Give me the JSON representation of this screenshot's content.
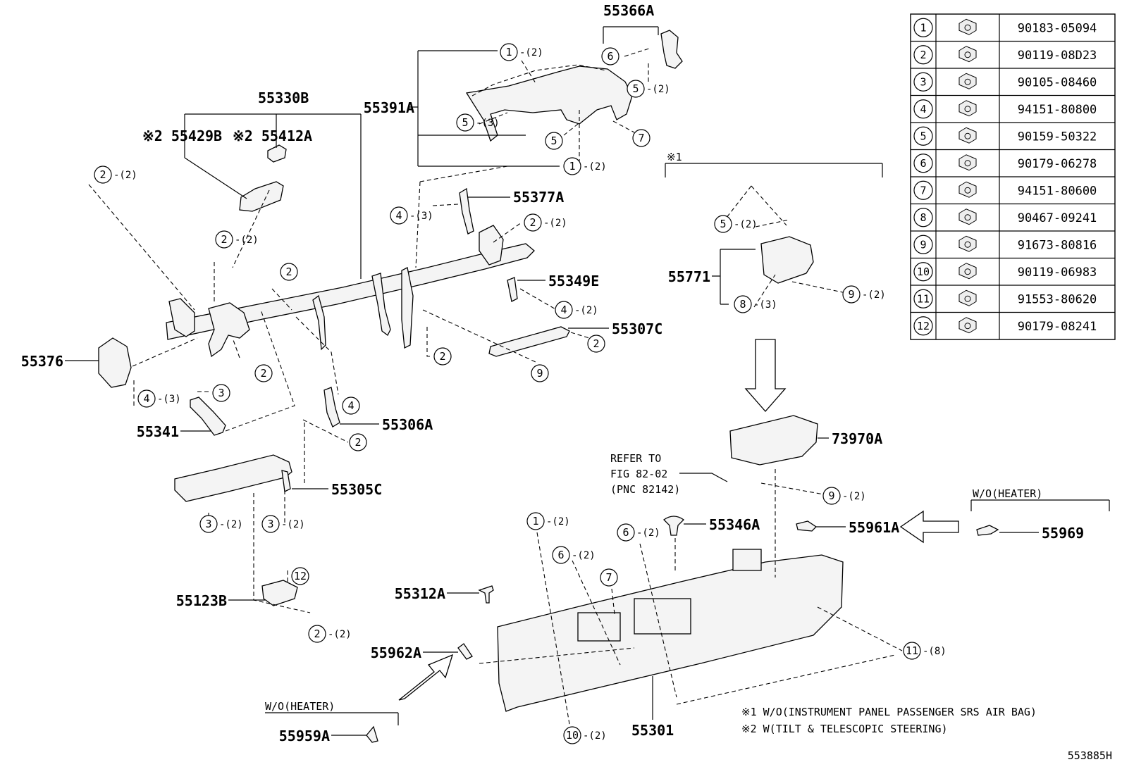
{
  "table": {
    "rows": [
      {
        "num": "1",
        "code": "90183-05094"
      },
      {
        "num": "2",
        "code": "90119-08D23"
      },
      {
        "num": "3",
        "code": "90105-08460"
      },
      {
        "num": "4",
        "code": "94151-80800"
      },
      {
        "num": "5",
        "code": "90159-50322"
      },
      {
        "num": "6",
        "code": "90179-06278"
      },
      {
        "num": "7",
        "code": "94151-80600"
      },
      {
        "num": "8",
        "code": "90467-09241"
      },
      {
        "num": "9",
        "code": "91673-80816"
      },
      {
        "num": "10",
        "code": "90119-06983"
      },
      {
        "num": "11",
        "code": "91553-80620"
      },
      {
        "num": "12",
        "code": "90179-08241"
      }
    ]
  },
  "labels": {
    "p55366A": "55366A",
    "p55391A": "55391A",
    "p55330B": "55330B",
    "p55429B": "※2 55429B",
    "p55412A": "※2 55412A",
    "p55377A": "55377A",
    "p55349E": "55349E",
    "p55307C": "55307C",
    "p55376": "55376",
    "p55341": "55341",
    "p55306A": "55306A",
    "p55305C": "55305C",
    "p55123B": "55123B",
    "p55312A": "55312A",
    "p55962A": "55962A",
    "p55959A": "55959A",
    "p55301": "55301",
    "p55346A": "55346A",
    "p55961A": "55961A",
    "p55969": "55969",
    "p73970A": "73970A",
    "p55771": "55771"
  },
  "callouts": [
    {
      "id": "c1",
      "num": "1",
      "qty": "-(2)"
    },
    {
      "id": "c2",
      "num": "6",
      "qty": ""
    },
    {
      "id": "c3",
      "num": "5",
      "qty": "-(2)"
    },
    {
      "id": "c4",
      "num": "5",
      "qty": "-(3)"
    },
    {
      "id": "c5",
      "num": "5",
      "qty": ""
    },
    {
      "id": "c6",
      "num": "7",
      "qty": ""
    },
    {
      "id": "c7",
      "num": "1",
      "qty": "-(2)"
    },
    {
      "id": "c8",
      "num": "2",
      "qty": "-(2)"
    },
    {
      "id": "c9",
      "num": "2",
      "qty": "-(2)"
    },
    {
      "id": "c10",
      "num": "2",
      "qty": ""
    },
    {
      "id": "c11",
      "num": "4",
      "qty": "-(3)"
    },
    {
      "id": "c12",
      "num": "2",
      "qty": "-(2)"
    },
    {
      "id": "c13",
      "num": "4",
      "qty": "-(2)"
    },
    {
      "id": "c14",
      "num": "2",
      "qty": ""
    },
    {
      "id": "c15",
      "num": "2",
      "qty": ""
    },
    {
      "id": "c16",
      "num": "9",
      "qty": ""
    },
    {
      "id": "c17",
      "num": "2",
      "qty": ""
    },
    {
      "id": "c18",
      "num": "3",
      "qty": ""
    },
    {
      "id": "c19",
      "num": "4",
      "qty": "-(3)"
    },
    {
      "id": "c20",
      "num": "4",
      "qty": ""
    },
    {
      "id": "c21",
      "num": "2",
      "qty": ""
    },
    {
      "id": "c22",
      "num": "3",
      "qty": "-(2)"
    },
    {
      "id": "c23",
      "num": "3",
      "qty": "-(2)"
    },
    {
      "id": "c24",
      "num": "12",
      "qty": ""
    },
    {
      "id": "c25",
      "num": "2",
      "qty": "-(2)"
    },
    {
      "id": "c26",
      "num": "5",
      "qty": "-(2)"
    },
    {
      "id": "c27",
      "num": "8",
      "qty": "-(3)"
    },
    {
      "id": "c28",
      "num": "9",
      "qty": "-(2)"
    },
    {
      "id": "c29",
      "num": "9",
      "qty": "-(2)"
    },
    {
      "id": "c30",
      "num": "1",
      "qty": "-(2)"
    },
    {
      "id": "c31",
      "num": "6",
      "qty": "-(2)"
    },
    {
      "id": "c32",
      "num": "6",
      "qty": "-(2)"
    },
    {
      "id": "c33",
      "num": "7",
      "qty": ""
    },
    {
      "id": "c34",
      "num": "11",
      "qty": "-(8)"
    },
    {
      "id": "c35",
      "num": "10",
      "qty": "-(2)"
    }
  ],
  "notes": {
    "mark1": "※1",
    "refer1": "REFER TO",
    "refer2": "FIG 82-02",
    "refer3": "(PNC 82142)",
    "woheater1": "W/O(HEATER)",
    "woheater2": "W/O(HEATER)",
    "footnote1": "※1 W/O(INSTRUMENT PANEL PASSENGER SRS AIR BAG)",
    "footnote2": "※2 W(TILT & TELESCOPIC STEERING)",
    "figcode": "553885H"
  }
}
